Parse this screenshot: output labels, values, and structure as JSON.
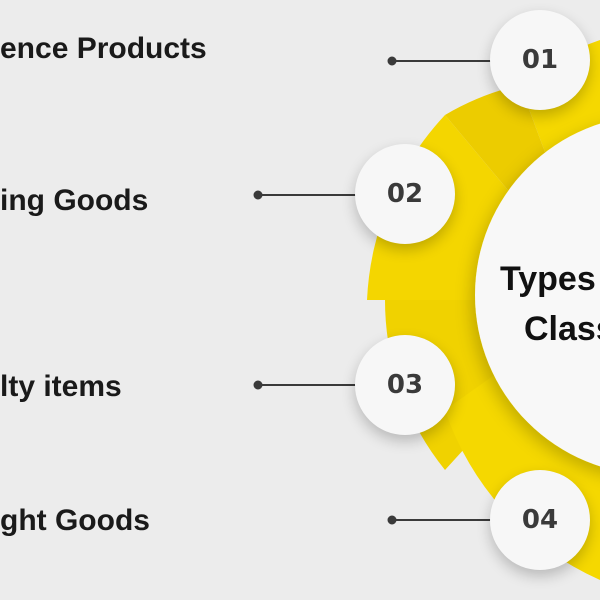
{
  "items": [
    {
      "number": "01",
      "label": "ence Products"
    },
    {
      "number": "02",
      "label": "ing Goods"
    },
    {
      "number": "03",
      "label": "lty items"
    },
    {
      "number": "04",
      "label": "ght Goods"
    }
  ],
  "center": {
    "line1": "Types",
    "line2": "Class"
  },
  "colors": {
    "accent": "#f5d800",
    "background": "#ececec",
    "text": "#1a1a1a"
  }
}
